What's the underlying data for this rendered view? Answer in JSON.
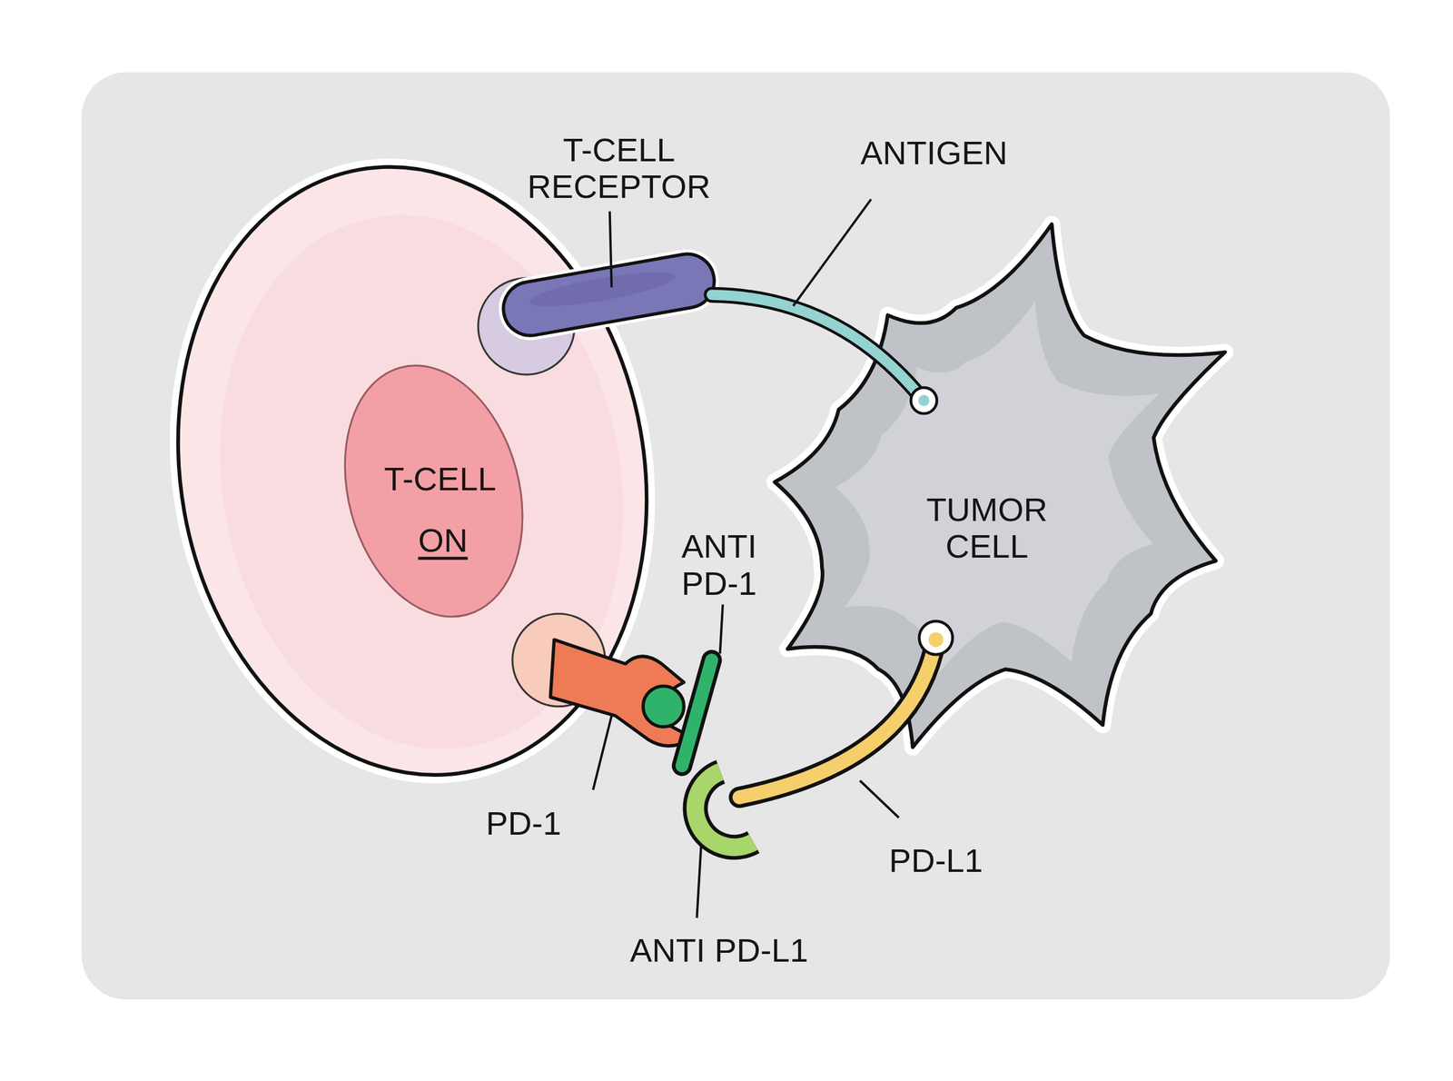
{
  "diagram": {
    "nodes": [
      {
        "text": [
          "T-CELL",
          "ON"
        ]
      },
      {
        "text": [
          "TUMOR CELL"
        ]
      }
    ],
    "labels": [
      "T-CELL RECEPTOR",
      "ANTIGEN",
      "ANTI PD-1",
      "PD-1",
      "PD-L1",
      "ANTI PD-L1"
    ]
  }
}
